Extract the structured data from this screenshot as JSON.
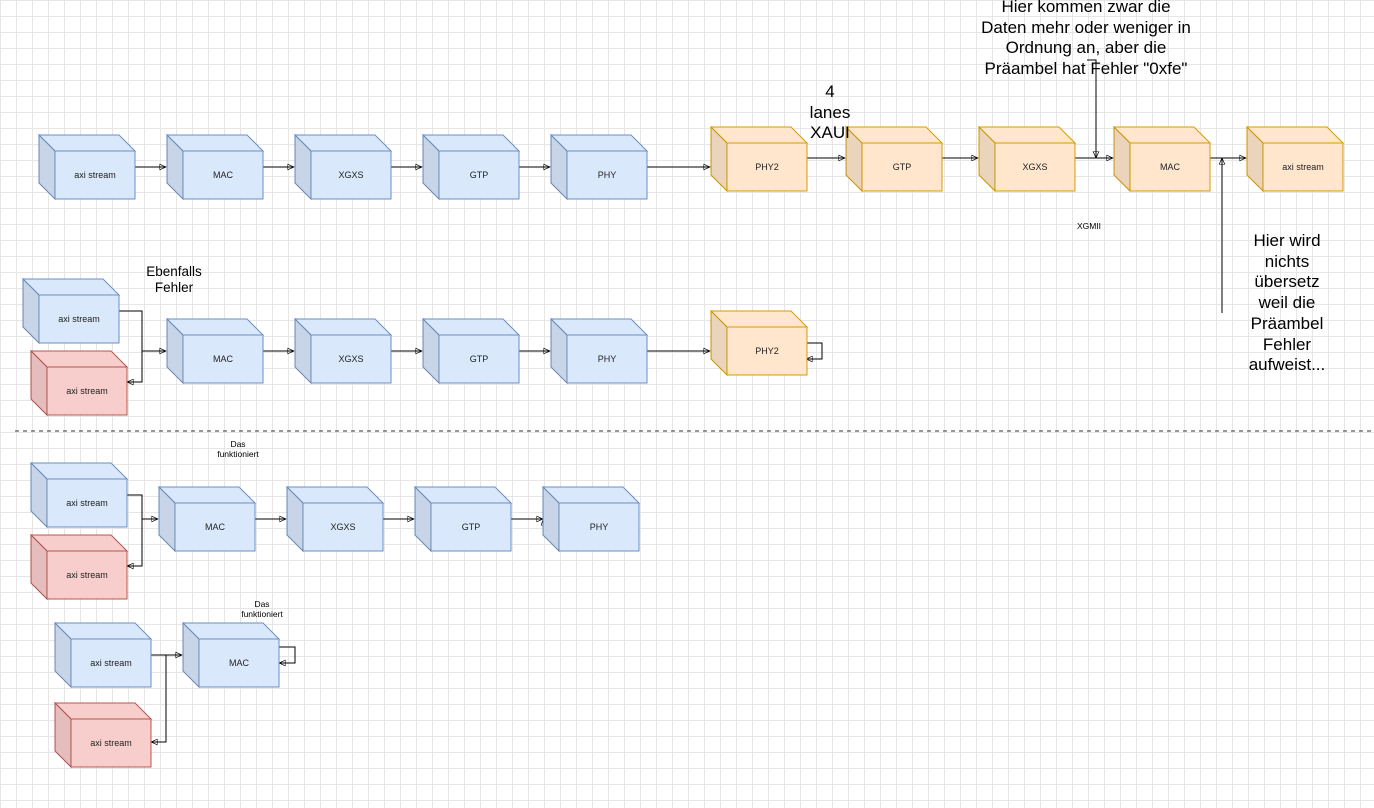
{
  "colors": {
    "blue_fill": "#dae8fc",
    "blue_stroke": "#6c8ebf",
    "orange_fill": "#ffe6cc",
    "orange_stroke": "#d79b00",
    "red_fill": "#f8cecc",
    "red_stroke": "#b85450",
    "line": "#000000"
  },
  "blocks": {
    "r1": [
      "axi stream",
      "MAC",
      "XGXS",
      "GTP",
      "PHY",
      "PHY2",
      "GTP",
      "XGXS",
      "MAC",
      "axi stream"
    ],
    "r2": [
      "axi stream",
      "axi stream",
      "MAC",
      "XGXS",
      "GTP",
      "PHY",
      "PHY2"
    ],
    "r3": [
      "axi stream",
      "axi stream",
      "MAC",
      "XGXS",
      "GTP",
      "PHY"
    ],
    "r4": [
      "axi stream",
      "axi stream",
      "MAC"
    ]
  },
  "notes": {
    "lanes": [
      "4",
      "lanes",
      "XAUI"
    ],
    "praeambel": [
      "Hier kommen zwar die",
      "Daten mehr oder weniger in",
      "Ordnung an, aber die",
      "Präambel hat Fehler \"0xfe\""
    ],
    "xgmii": "XGMII",
    "nicht_uebersetzt": [
      "Hier wird",
      "nichts",
      "übersetz",
      "weil die",
      "Präambel",
      "Fehler",
      "aufweist..."
    ],
    "ebenfalls": [
      "Ebenfalls",
      "Fehler"
    ],
    "funktioniert1": [
      "Das",
      "funktioniert"
    ],
    "funktioniert2": [
      "Das",
      "funktioniert"
    ]
  }
}
